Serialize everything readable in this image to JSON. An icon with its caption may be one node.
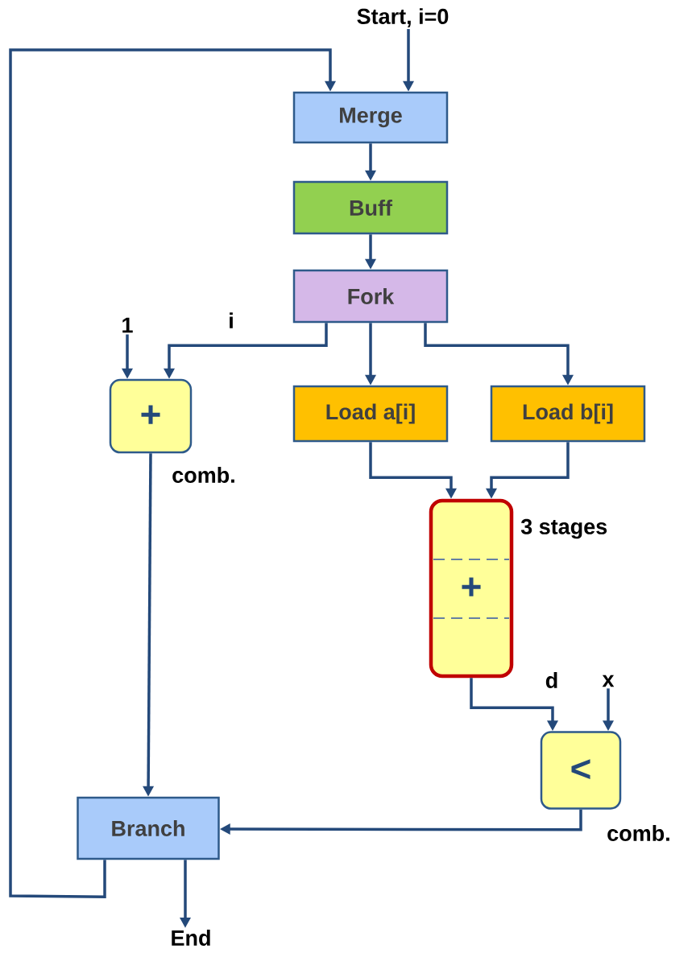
{
  "diagram": {
    "nodes": [
      {
        "text": [
          "Merge"
        ]
      },
      {
        "text": [
          "Buff"
        ]
      },
      {
        "text": [
          "Fork"
        ]
      },
      {
        "text": [
          "+"
        ],
        "beside": [
          "comb."
        ]
      },
      {
        "text": [
          "Load a[i]"
        ]
      },
      {
        "text": [
          "Load b[i]"
        ]
      },
      {
        "text": [
          "+"
        ],
        "beside": [
          "3 stages"
        ]
      },
      {
        "text": [
          "<"
        ],
        "beside": [
          "comb."
        ]
      },
      {
        "text": [
          "Branch"
        ]
      },
      {
        "text": [
          "Start, i=0"
        ]
      },
      {
        "text": [
          "1"
        ]
      },
      {
        "text": [
          "x"
        ]
      },
      {
        "text": [
          "End"
        ]
      }
    ],
    "edges": [
      {
        "from": 9,
        "to": 0,
        "arrow": "to"
      },
      {
        "from": 8,
        "to": 0,
        "arrow": "to"
      },
      {
        "from": 0,
        "to": 1,
        "arrow": "to"
      },
      {
        "from": 1,
        "to": 2,
        "arrow": "to"
      },
      {
        "from": 2,
        "to": 3,
        "arrow": "to",
        "label": "i"
      },
      {
        "from": 10,
        "to": 3,
        "arrow": "to"
      },
      {
        "from": 2,
        "to": 4,
        "arrow": "to"
      },
      {
        "from": 2,
        "to": 5,
        "arrow": "to"
      },
      {
        "from": 4,
        "to": 6,
        "arrow": "to"
      },
      {
        "from": 5,
        "to": 6,
        "arrow": "to"
      },
      {
        "from": 6,
        "to": 7,
        "arrow": "to",
        "label": "d"
      },
      {
        "from": 11,
        "to": 7,
        "arrow": "to"
      },
      {
        "from": 3,
        "to": 8,
        "arrow": "to"
      },
      {
        "from": 7,
        "to": 8,
        "arrow": "to"
      },
      {
        "from": 8,
        "to": 12,
        "arrow": "to"
      }
    ]
  }
}
